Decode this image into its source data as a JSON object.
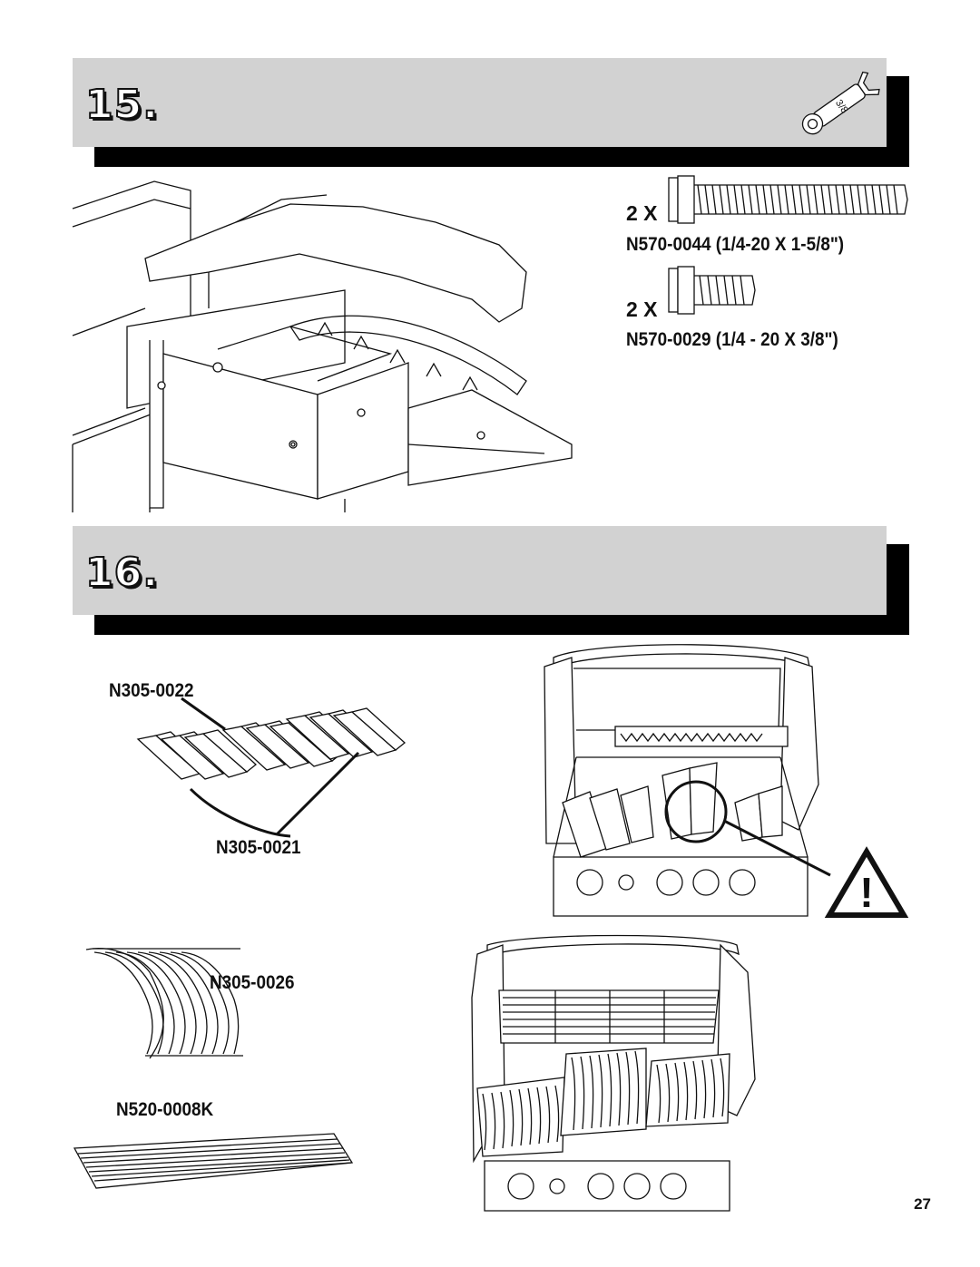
{
  "steps": [
    {
      "number": "15."
    },
    {
      "number": "16."
    }
  ],
  "tool": {
    "icon": "wrench-icon",
    "size": "3/8"
  },
  "hardware": [
    {
      "qty": "2 X",
      "part": "N570-0044 (1/4-20 X 1-5/8\")"
    },
    {
      "qty": "2 X",
      "part": "N570-0029 (1/4 - 20 X 3/8\")"
    }
  ],
  "parts": {
    "top_flame_tamer": "N305-0022",
    "bottom_flame_tamer": "N305-0021",
    "cooking_grid": "N305-0026",
    "warming_rack": "N520-0008K"
  },
  "warning": {
    "icon": "warning-triangle-icon",
    "symbol": "!"
  },
  "page_number": "27"
}
